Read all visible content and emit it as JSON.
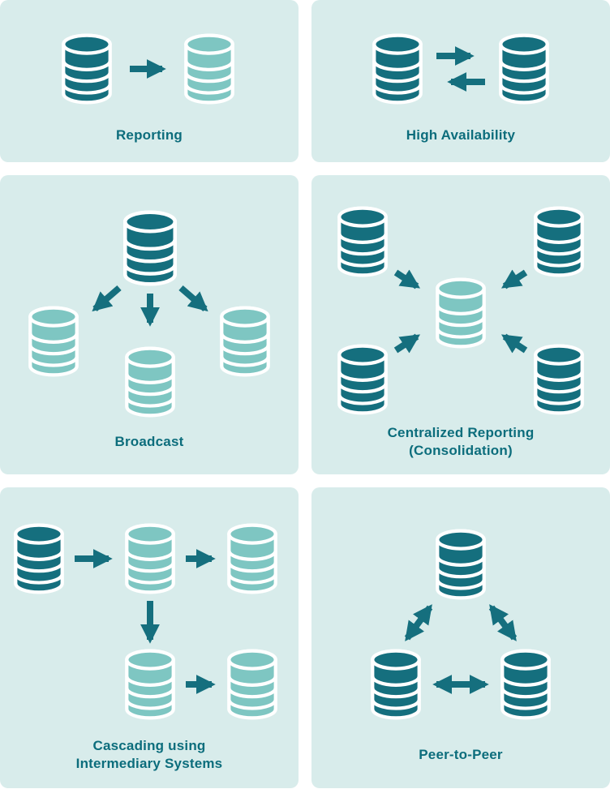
{
  "colors": {
    "page_bg": "#ffffff",
    "panel_bg": "#d8eceb",
    "db_dark": "#156f7e",
    "db_light": "#7ec6c2",
    "arrow": "#156f7e",
    "label_text": "#0c6d7c"
  },
  "panels": [
    {
      "id": "reporting",
      "label": "Reporting",
      "dark_db_count": 1,
      "light_db_count": 1,
      "arrow_style": "one-way"
    },
    {
      "id": "high-availability",
      "label": "High Availability",
      "dark_db_count": 2,
      "light_db_count": 0,
      "arrow_style": "two-way"
    },
    {
      "id": "broadcast",
      "label": "Broadcast",
      "dark_db_count": 1,
      "light_db_count": 3,
      "arrow_style": "one-to-many"
    },
    {
      "id": "centralized-reporting",
      "label": "Centralized Reporting\n(Consolidation)",
      "dark_db_count": 4,
      "light_db_count": 1,
      "arrow_style": "many-to-one"
    },
    {
      "id": "cascading",
      "label": "Cascading using\nIntermediary Systems",
      "dark_db_count": 1,
      "light_db_count": 4,
      "arrow_style": "chain"
    },
    {
      "id": "peer-to-peer",
      "label": "Peer-to-Peer",
      "dark_db_count": 3,
      "light_db_count": 0,
      "arrow_style": "two-way-mesh"
    }
  ]
}
